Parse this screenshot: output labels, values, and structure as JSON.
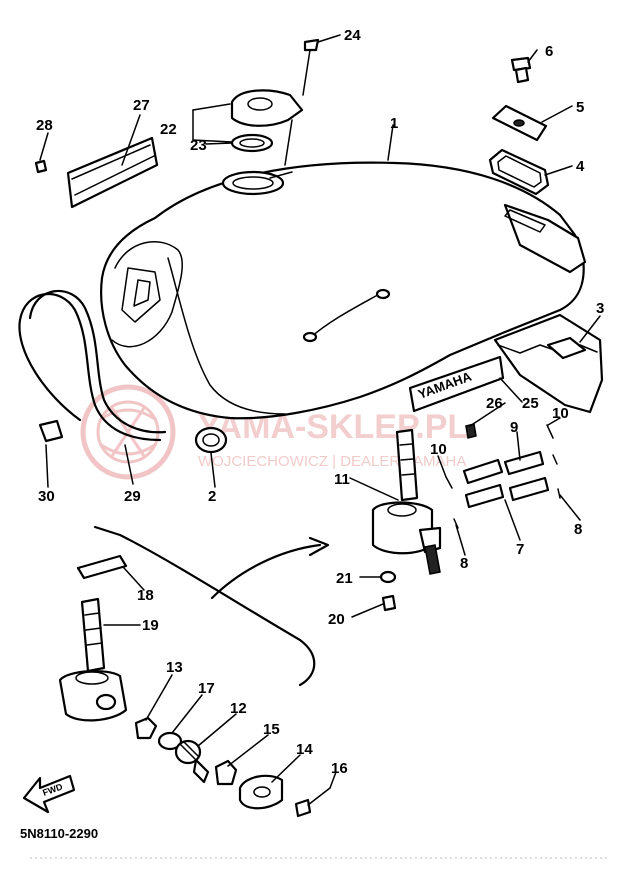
{
  "diagram": {
    "code": "5N8110-2290",
    "emblem_text": "YAMAHA",
    "fwd_text": "FWD",
    "watermark": {
      "main": "YAMA-SKLEP.PL",
      "sub": "WOJCIECHOWICZ | DEALER YAMAHA"
    },
    "callouts": [
      "1",
      "2",
      "3",
      "4",
      "5",
      "6",
      "7",
      "8",
      "8",
      "9",
      "10",
      "10",
      "11",
      "12",
      "13",
      "14",
      "15",
      "16",
      "17",
      "18",
      "19",
      "20",
      "21",
      "22",
      "23",
      "24",
      "25",
      "26",
      "27",
      "28",
      "29",
      "30"
    ]
  }
}
